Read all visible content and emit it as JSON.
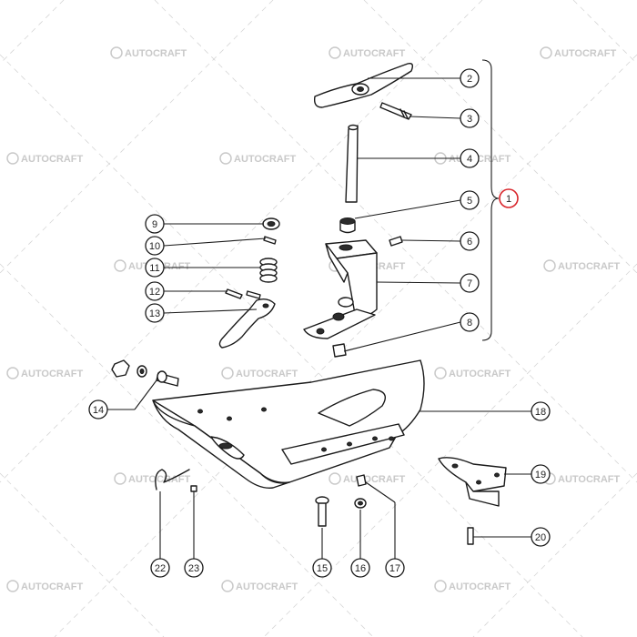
{
  "watermark": {
    "text": "AUTOCRAFT"
  },
  "assembly_label": "1",
  "callouts": [
    {
      "id": "2",
      "label": "2"
    },
    {
      "id": "3",
      "label": "3"
    },
    {
      "id": "4",
      "label": "4"
    },
    {
      "id": "5",
      "label": "5"
    },
    {
      "id": "6",
      "label": "6"
    },
    {
      "id": "7",
      "label": "7"
    },
    {
      "id": "8",
      "label": "8"
    },
    {
      "id": "9",
      "label": "9"
    },
    {
      "id": "10",
      "label": "10"
    },
    {
      "id": "11",
      "label": "11"
    },
    {
      "id": "12",
      "label": "12"
    },
    {
      "id": "13",
      "label": "13"
    },
    {
      "id": "14",
      "label": "14"
    },
    {
      "id": "15",
      "label": "15"
    },
    {
      "id": "16",
      "label": "16"
    },
    {
      "id": "17",
      "label": "17"
    },
    {
      "id": "18",
      "label": "18"
    },
    {
      "id": "19",
      "label": "19"
    },
    {
      "id": "20",
      "label": "20"
    },
    {
      "id": "21",
      "label": "22"
    },
    {
      "id": "22",
      "label": "23"
    }
  ],
  "colors": {
    "ink": "#1a1a1a",
    "highlight": "#d9262c",
    "watermark": "#c9c9c9"
  }
}
